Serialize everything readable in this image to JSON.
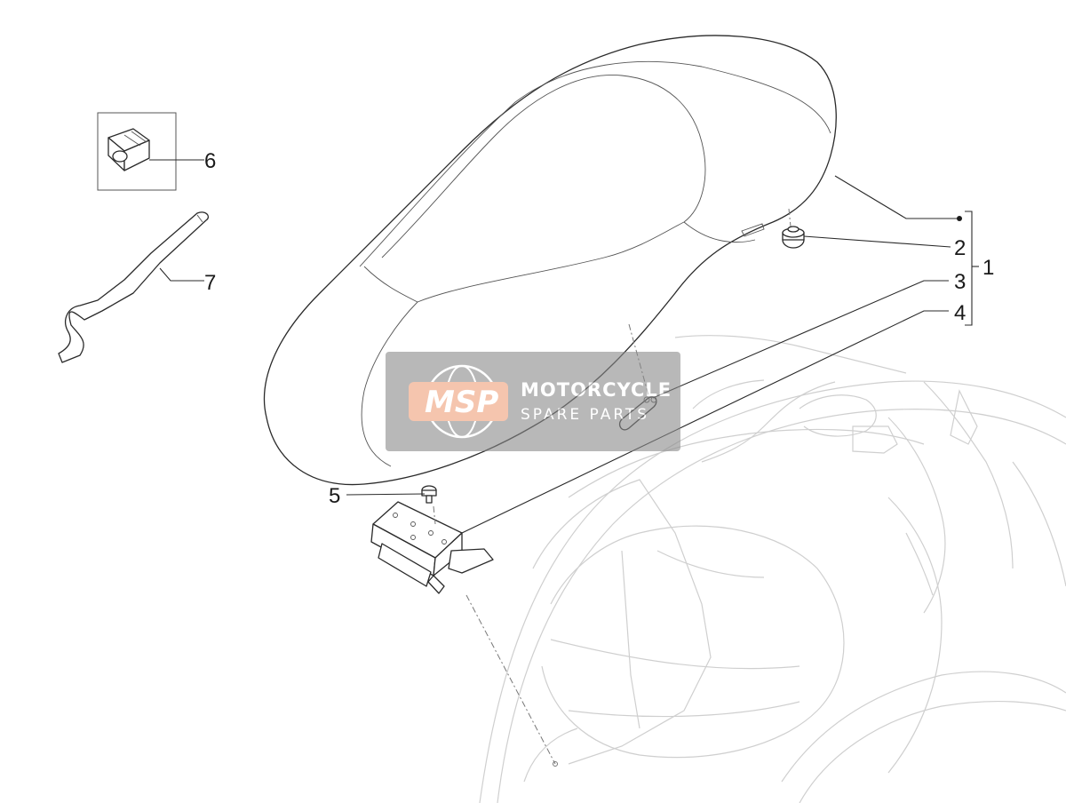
{
  "diagram": {
    "callouts": [
      {
        "id": "1",
        "label": "1"
      },
      {
        "id": "2",
        "label": "2"
      },
      {
        "id": "3",
        "label": "3"
      },
      {
        "id": "4",
        "label": "4"
      },
      {
        "id": "5",
        "label": "5"
      },
      {
        "id": "6",
        "label": "6"
      },
      {
        "id": "7",
        "label": "7"
      }
    ]
  },
  "watermark": {
    "logo": "MSP",
    "line1": "MOTORCYCLE",
    "line2": "SPARE PARTS",
    "accent_color": "#f0a07a",
    "panel_color": "#8a8a8a"
  }
}
